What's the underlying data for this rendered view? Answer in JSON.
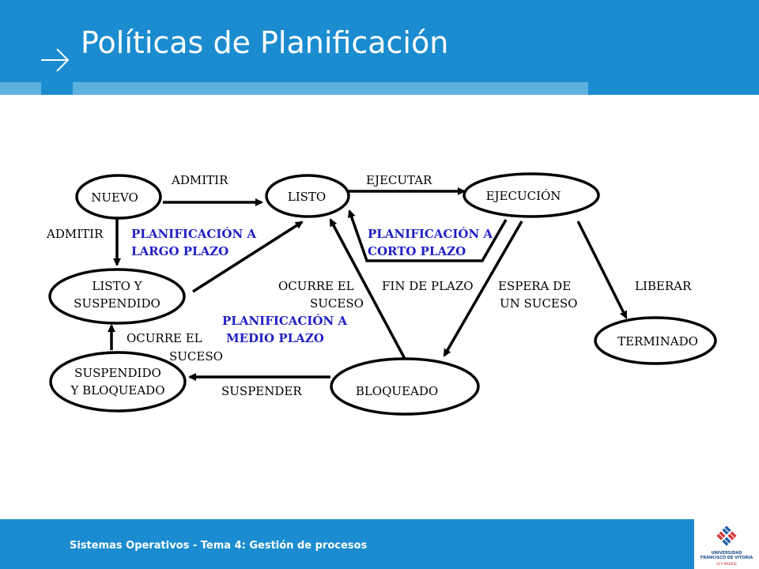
{
  "header": {
    "title": "Políticas de Planificación"
  },
  "footer": {
    "text": "Sistemas Operativos - Tema 4: Gestión de procesos"
  },
  "logo": {
    "name_line1": "UNIVERSIDAD",
    "name_line2": "FRANCISCO DE VITORIA",
    "tagline": "UFV MADRID"
  },
  "diagram": {
    "states": {
      "nuevo": "NUEVO",
      "listo": "LISTO",
      "ejecucion": "EJECUCIÓN",
      "listo_suspendido_1": "LISTO  Y",
      "listo_suspendido_2": "SUSPENDIDO",
      "terminado": "TERMINADO",
      "suspendido_bloqueado_1": "SUSPENDIDO",
      "suspendido_bloqueado_2": "Y BLOQUEADO",
      "bloqueado": "BLOQUEADO"
    },
    "labels": {
      "admitir_top": "ADMITIR",
      "ejecutar": "EJECUTAR",
      "admitir_left": "ADMITIR",
      "ocurre_suceso_mid_1": "OCURRE EL",
      "ocurre_suceso_mid_2": "SUCESO",
      "fin_de_plazo": "FIN DE PLAZO",
      "espera_suceso_1": "ESPERA DE",
      "espera_suceso_2": "UN SUCESO",
      "liberar": "LIBERAR",
      "ocurre_suceso_left_1": "OCURRE EL",
      "ocurre_suceso_left_2": "SUCESO",
      "suspender": "SUSPENDER"
    },
    "policies": {
      "largo_1": "PLANIFICACIÓN A",
      "largo_2": "LARGO PLAZO",
      "corto_1": "PLANIFICACIÓN A",
      "corto_2": "CORTO PLAZO",
      "medio_1": "PLANIFICACIÓN A",
      "medio_2": "MEDIO PLAZO"
    },
    "policy_color": "#1f1fc4"
  }
}
